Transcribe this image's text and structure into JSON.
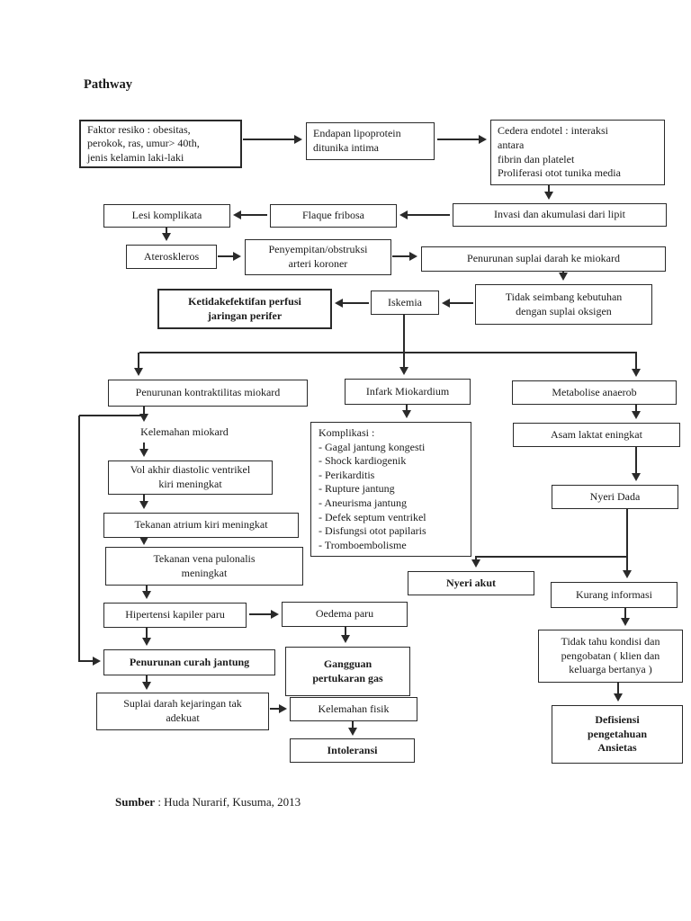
{
  "page": {
    "title": "Pathway",
    "source_label": "Sumber",
    "source_text": " : Huda Nurarif, Kusuma, 2013"
  },
  "nodes": {
    "faktor_resiko": {
      "label": "Faktor resiko : obesitas,\nperokok, ras, umur> 40th,\njenis kelamin laki-laki"
    },
    "endapan": {
      "label": "Endapan lipoprotein\nditunika intima"
    },
    "cedera": {
      "label": "Cedera endotel : interaksi\nantara\nfibrin dan platelet\nProliferasi otot tunika media"
    },
    "lesi": {
      "label": "Lesi komplikata"
    },
    "flaque": {
      "label": "Flaque fribosa"
    },
    "invasi": {
      "label": "Invasi dan akumulasi dari lipit"
    },
    "ateroskleros": {
      "label": "Ateroskleros"
    },
    "penyempitan": {
      "label": "Penyempitan/obstruksi\narteri koroner"
    },
    "penurunan_suplai": {
      "label": "Penurunan suplai darah ke miokard"
    },
    "ketidakefektifan": {
      "label": "Ketidakefektifan perfusi\njaringan perifer"
    },
    "iskemia": {
      "label": "Iskemia"
    },
    "tidak_seimbang": {
      "label": "Tidak seimbang kebutuhan\ndengan suplai oksigen"
    },
    "penurunan_kontraktilitas": {
      "label": "Penurunan kontraktilitas miokard"
    },
    "infark": {
      "label": "Infark Miokardium"
    },
    "metabolise": {
      "label": "Metabolise anaerob"
    },
    "kelemahan_miokard": {
      "label": "Kelemahan miokard"
    },
    "vol_akhir": {
      "label": "Vol akhir diastolic ventrikel\nkiri meningkat"
    },
    "tekanan_atrium": {
      "label": "Tekanan atrium kiri meningkat"
    },
    "tekanan_vena": {
      "label": "Tekanan vena pulonalis\nmeningkat"
    },
    "hipertensi": {
      "label": "Hipertensi kapiler paru"
    },
    "oedema": {
      "label": "Oedema paru"
    },
    "penurunan_curah": {
      "label": "Penurunan curah jantung"
    },
    "gangguan": {
      "label": "Gangguan\npertukaran gas"
    },
    "suplai_darah": {
      "label": "Suplai darah kejaringan tak\nadekuat"
    },
    "kelemahan_fisik": {
      "label": "Kelemahan fisik"
    },
    "intoleransi": {
      "label": "Intoleransi"
    },
    "komplikasi": {
      "label": "Komplikasi :\n- Gagal jantung kongesti\n- Shock kardiogenik\n- Perikarditis\n- Rupture jantung\n- Aneurisma jantung\n- Defek septum ventrikel\n- Disfungsi otot papilaris\n- Tromboembolisme"
    },
    "nyeri_akut": {
      "label": "Nyeri akut"
    },
    "asam_laktat": {
      "label": "Asam laktat eningkat"
    },
    "nyeri_dada": {
      "label": "Nyeri Dada"
    },
    "kurang_informasi": {
      "label": "Kurang informasi"
    },
    "tidak_tahu": {
      "label": "Tidak tahu kondisi dan\npengobatan ( klien dan\nkeluarga bertanya )"
    },
    "defisiensi": {
      "label": "Defisiensi\npengetahuan\nAnsietas"
    }
  }
}
